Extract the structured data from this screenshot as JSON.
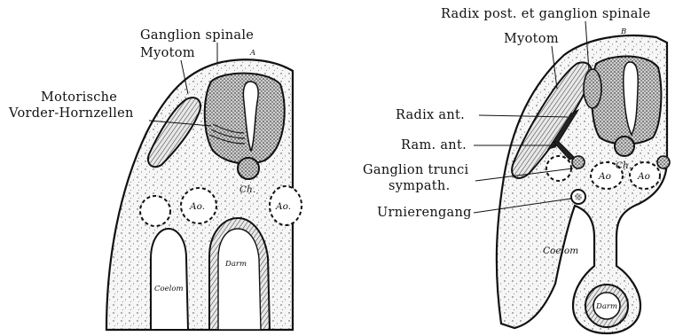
{
  "left_figure": {
    "labels": {
      "ganglion_spinale": "Ganglion spinale",
      "myotom": "Myotom",
      "motorische_line1": "Motorische",
      "motorische_line2": "Vorder-Hornzellen",
      "a": "A",
      "ch": "Ch.",
      "ao_left": "Ao.",
      "ao_right": "Ao.",
      "darm": "Darm",
      "coelom": "Coelom"
    }
  },
  "right_figure": {
    "labels": {
      "radix_post": "Radix post. et ganglion spinale",
      "myotom": "Myotom",
      "b": "B",
      "radix_ant": "Radix ant.",
      "ram_ant": "Ram. ant.",
      "ganglion_trunci_line1": "Ganglion trunci",
      "ganglion_trunci_line2": "sympath.",
      "urnierengang": "Urnierengang",
      "ch": "Ch.",
      "ao_left": "Ao",
      "ao_right": "Ao",
      "coelom": "Coelom",
      "darm": "Darm"
    }
  }
}
